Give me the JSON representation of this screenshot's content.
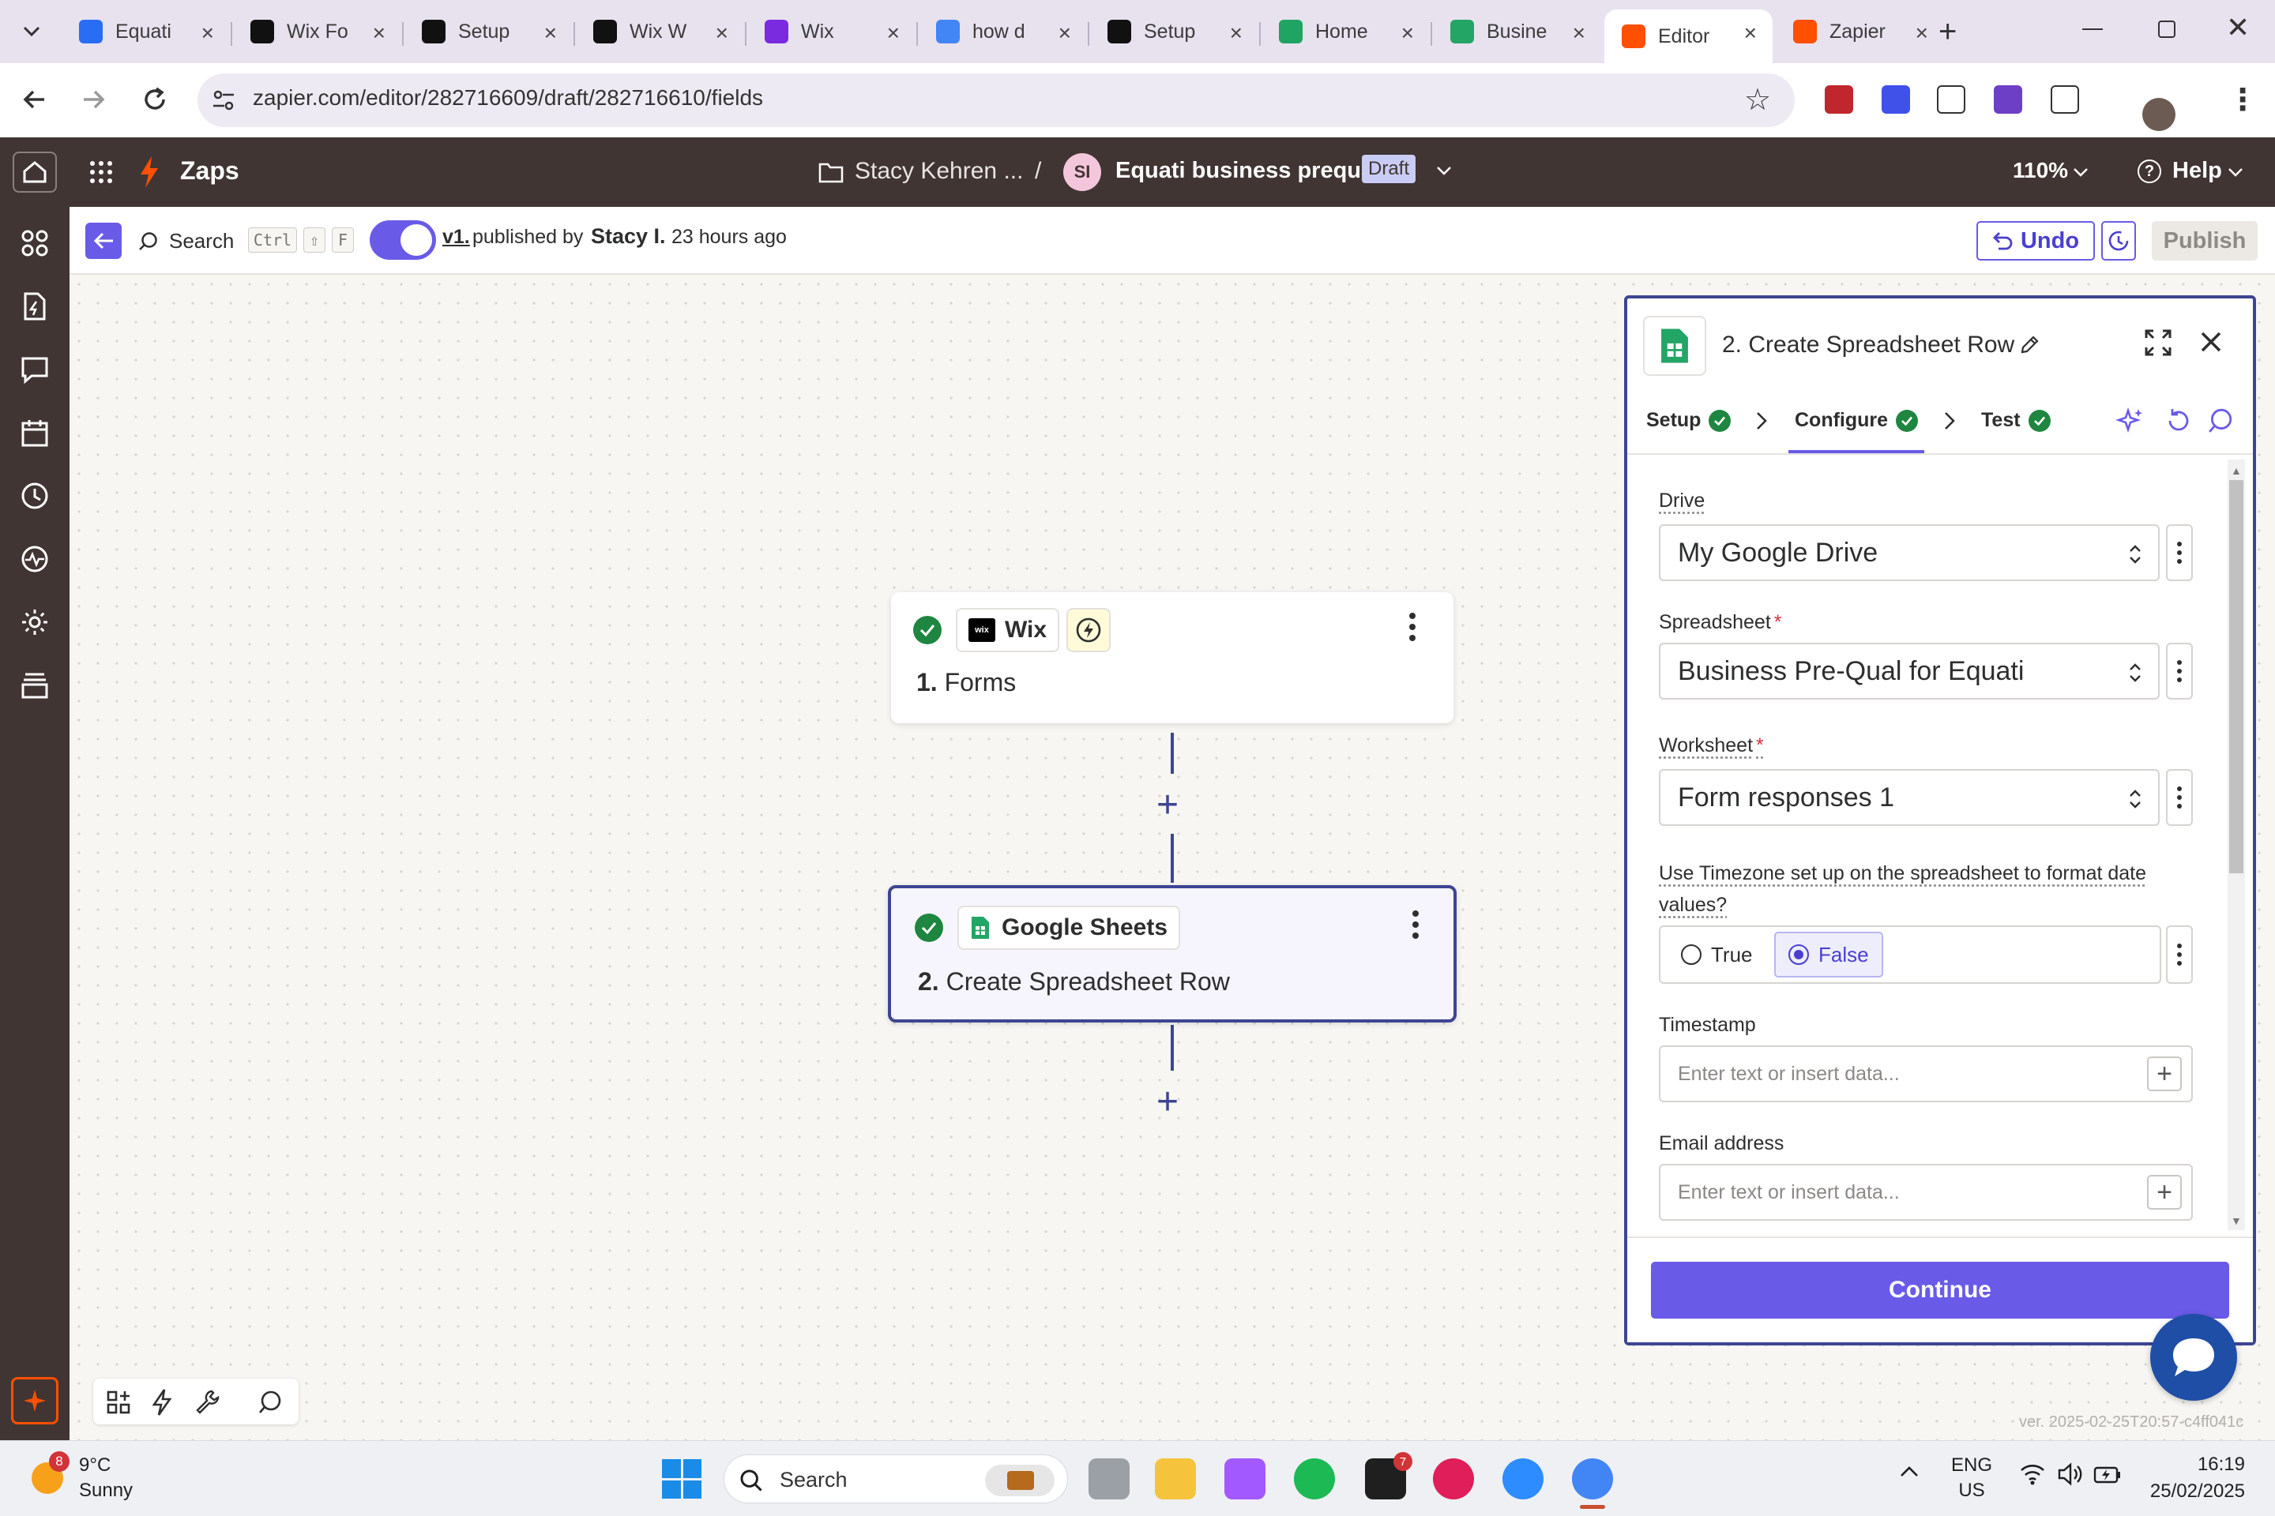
{
  "browser": {
    "tabs": [
      {
        "title": "Equati",
        "favicon": "equati-icon",
        "color": "#2a6df5"
      },
      {
        "title": "Wix Fo",
        "favicon": "chatgpt-icon",
        "color": "#111111"
      },
      {
        "title": "Setup",
        "favicon": "wix-icon",
        "color": "#111111"
      },
      {
        "title": "Wix W",
        "favicon": "wix-icon",
        "color": "#111111"
      },
      {
        "title": "Wix",
        "favicon": "make-icon",
        "color": "#7a2be0"
      },
      {
        "title": "how d",
        "favicon": "google-icon",
        "color": "#4285f4"
      },
      {
        "title": "Setup",
        "favicon": "wix-icon",
        "color": "#111111"
      },
      {
        "title": "Home",
        "favicon": "google-drive-icon",
        "color": "#1fa463"
      },
      {
        "title": "Busine",
        "favicon": "google-sheets-icon",
        "color": "#23a566"
      },
      {
        "title": "Editor",
        "favicon": "zapier-icon",
        "color": "#ff4f00"
      },
      {
        "title": "Zapier",
        "favicon": "zapier-icon",
        "color": "#ff4f00"
      }
    ],
    "url": "zapier.com/editor/282716609/draft/282716610/fields",
    "extensions": [
      "lastpass-icon",
      "gear-extension-icon",
      "fc-extension-icon",
      "r-extension-icon",
      "puzzle-icon",
      "avatar"
    ]
  },
  "zap_header": {
    "app_name": "Zaps",
    "folder": "Stacy Kehren ...",
    "separator": "/",
    "owner_initials": "SI",
    "zap_name": "Equati business prequal",
    "status_badge": "Draft",
    "zoom": "110%",
    "help": "Help"
  },
  "subheader": {
    "search_label": "Search",
    "shortcut_keys": [
      "Ctrl",
      "⇧",
      "F"
    ],
    "version": "v1.",
    "published_by_prefix": "published by",
    "publisher": "Stacy I.",
    "published_time": "23 hours ago",
    "undo": "Undo",
    "publish": "Publish"
  },
  "canvas": {
    "steps": [
      {
        "app": "Wix",
        "title_number": "1.",
        "title": "Forms",
        "status": "complete"
      },
      {
        "app": "Google Sheets",
        "title_number": "2.",
        "title": "Create Spreadsheet Row",
        "status": "complete"
      }
    ],
    "version_stamp": "ver. 2025-02-25T20:57-c4ff041c"
  },
  "panel": {
    "title": "2. Create Spreadsheet Row",
    "tabs": [
      {
        "label": "Setup",
        "complete": true
      },
      {
        "label": "Configure",
        "complete": true,
        "active": true
      },
      {
        "label": "Test",
        "complete": true
      }
    ],
    "fields": {
      "drive": {
        "label": "Drive",
        "value": "My Google Drive"
      },
      "spreadsheet": {
        "label": "Spreadsheet",
        "required": "*",
        "value": "Business Pre-Qual for Equati"
      },
      "worksheet": {
        "label": "Worksheet",
        "required": "*",
        "value": "Form responses 1"
      },
      "timezone": {
        "label_line1": "Use Timezone set up on the spreadsheet to format date",
        "label_line2": "values?",
        "options": [
          "True",
          "False"
        ],
        "selected": "False"
      },
      "timestamp": {
        "label": "Timestamp",
        "placeholder": "Enter text or insert data..."
      },
      "email": {
        "label": "Email address",
        "placeholder": "Enter text or insert data..."
      }
    },
    "continue": "Continue"
  },
  "taskbar": {
    "weather_temp": "9°C",
    "weather_desc": "Sunny",
    "weather_badge": "8",
    "search": "Search",
    "language_line1": "ENG",
    "language_line2": "US",
    "time": "16:19",
    "date": "25/02/2025",
    "notion_badge": "7"
  },
  "colors": {
    "accent": "#695be8",
    "dark_header": "#403533",
    "success": "#1e8640",
    "sheets_green": "#23a566",
    "zapier_orange": "#ff4f00"
  }
}
